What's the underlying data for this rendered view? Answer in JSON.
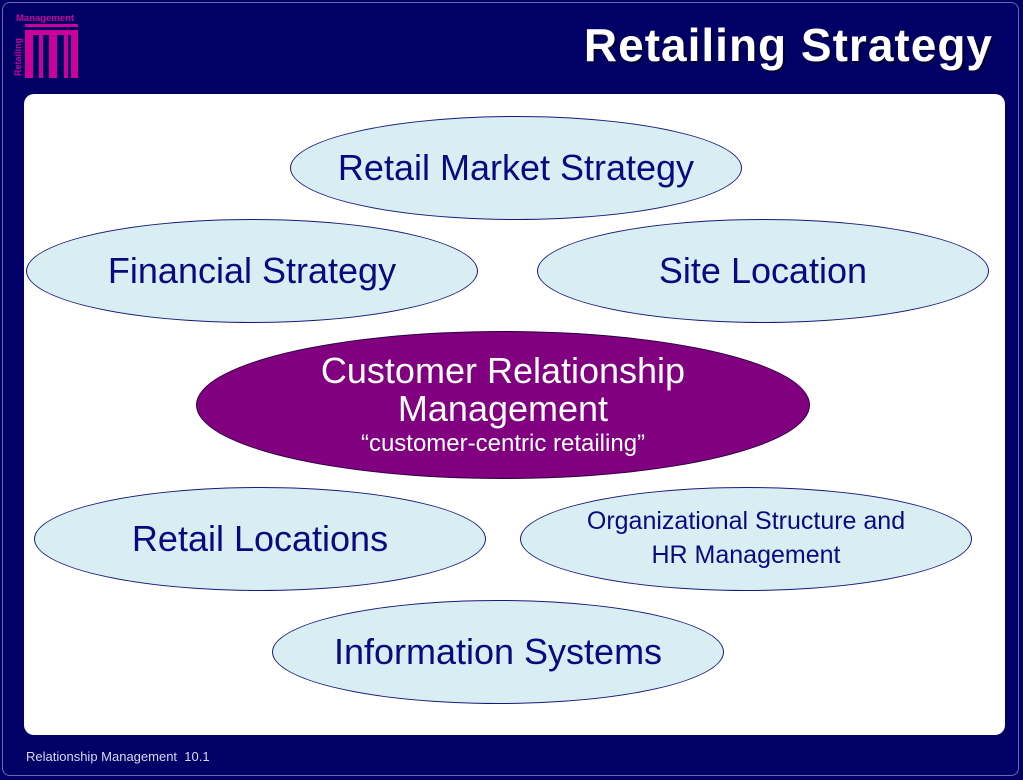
{
  "slide": {
    "title": "Retailing Strategy",
    "footer": "Relationship Management  10.1"
  },
  "logo": {
    "top_text": "Management",
    "side_text": "Retailing",
    "color": "#cc0099"
  },
  "colors": {
    "background": "#000066",
    "ellipse_fill": "#d9eef3",
    "ellipse_text": "#0a0a80",
    "center_fill": "#800080"
  },
  "diagram": {
    "retail_market": "Retail Market Strategy",
    "financial": "Financial Strategy",
    "site_location": "Site Location",
    "center_main": "Customer Relationship\nManagement",
    "center_sub": "“customer-centric retailing”",
    "retail_locations": "Retail Locations",
    "organizational": "Organizational Structure and\nHR Management",
    "information_systems": "Information Systems"
  }
}
